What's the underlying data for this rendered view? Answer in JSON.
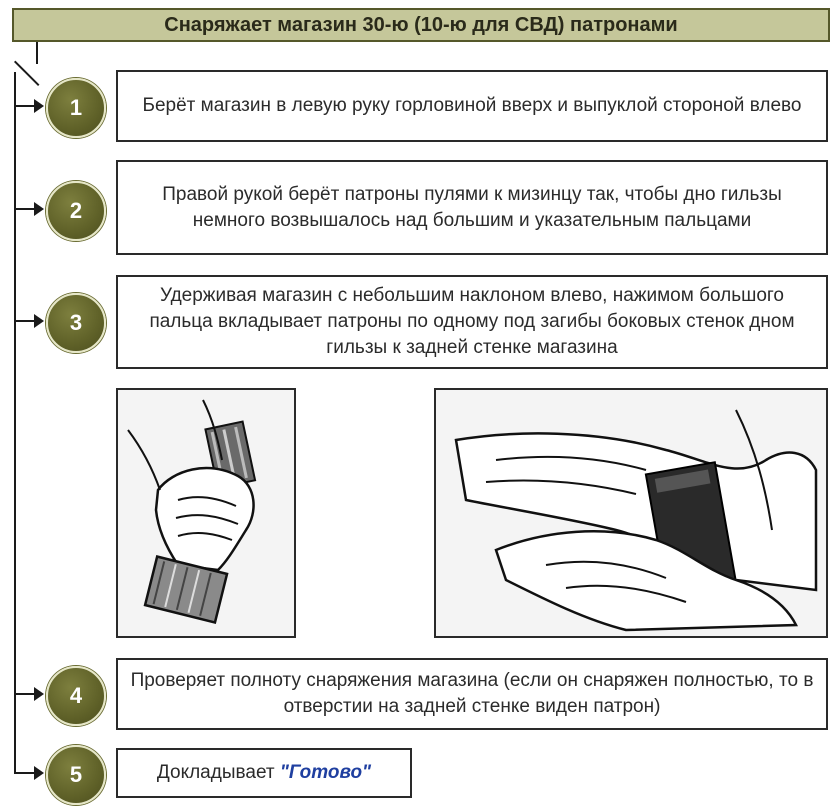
{
  "title": "Снаряжает магазин 30-ю (10-ю для СВД) патронами",
  "steps": [
    {
      "number": "1",
      "text": "Берёт магазин в левую руку горловиной вверх и выпуклой стороной влево"
    },
    {
      "number": "2",
      "text": "Правой рукой берёт патроны пулями к мизинцу так, чтобы дно гильзы немного возвышалось над большим и указательным пальцами"
    },
    {
      "number": "3",
      "text": "Удерживая магазин с небольшим наклоном влево, нажимом большого пальца вкладывает патроны по одному под загибы боковых стенок дном гильзы к задней стенке магазина"
    },
    {
      "number": "4",
      "text": "Проверяет полноту снаряжения магазина (если он снаряжен полностью, то в отверстии на задней стенке виден патрон)"
    },
    {
      "number": "5",
      "text": "Докладывает ",
      "answer": "\"Готово\""
    }
  ],
  "colors": {
    "title_bg": "#c5c79a",
    "circle": "#5f6128",
    "answer": "#1f3fa0"
  }
}
